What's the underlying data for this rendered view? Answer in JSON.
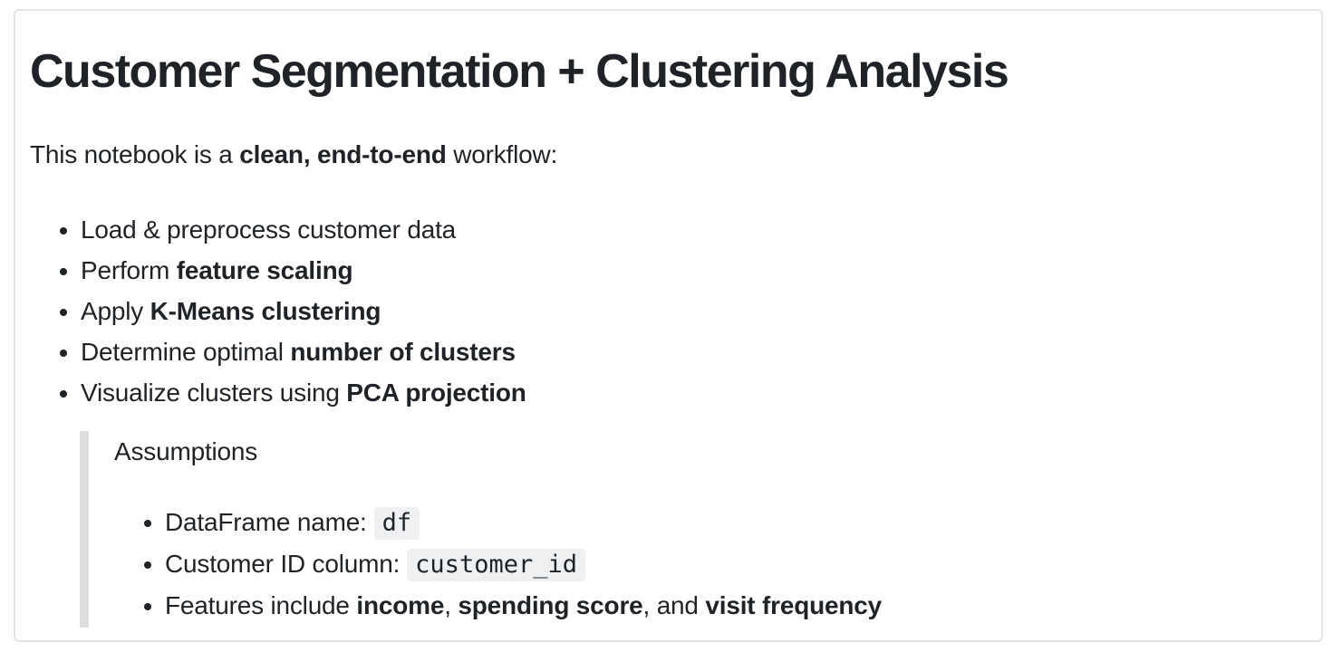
{
  "document": {
    "heading": "Customer Segmentation + Clustering Analysis",
    "intro": {
      "pre": "This notebook is a ",
      "bold": "clean, end-to-end",
      "post": " workflow:"
    },
    "workflow_steps": [
      {
        "pre": "Load & preprocess customer data",
        "bold": ""
      },
      {
        "pre": "Perform ",
        "bold": "feature scaling"
      },
      {
        "pre": "Apply ",
        "bold": "K-Means clustering"
      },
      {
        "pre": "Determine optimal ",
        "bold": "number of clusters"
      },
      {
        "pre": "Visualize clusters using ",
        "bold": "PCA projection"
      }
    ],
    "assumptions": {
      "title": "Assumptions",
      "dataframe_item": {
        "label": "DataFrame name:",
        "code": "df"
      },
      "customer_id_item": {
        "label": "Customer ID column:",
        "code": "customer_id"
      },
      "features_item": {
        "pre": "Features include ",
        "bold1": "income",
        "sep1": ", ",
        "bold2": "spending score",
        "sep2": ", and ",
        "bold3": "visit frequency"
      }
    }
  },
  "colors": {
    "text": "#1f2328",
    "card_border": "#e2e4e7",
    "quote_bar": "#dedede",
    "code_background": "#eff0f1",
    "page_background": "#ffffff"
  }
}
